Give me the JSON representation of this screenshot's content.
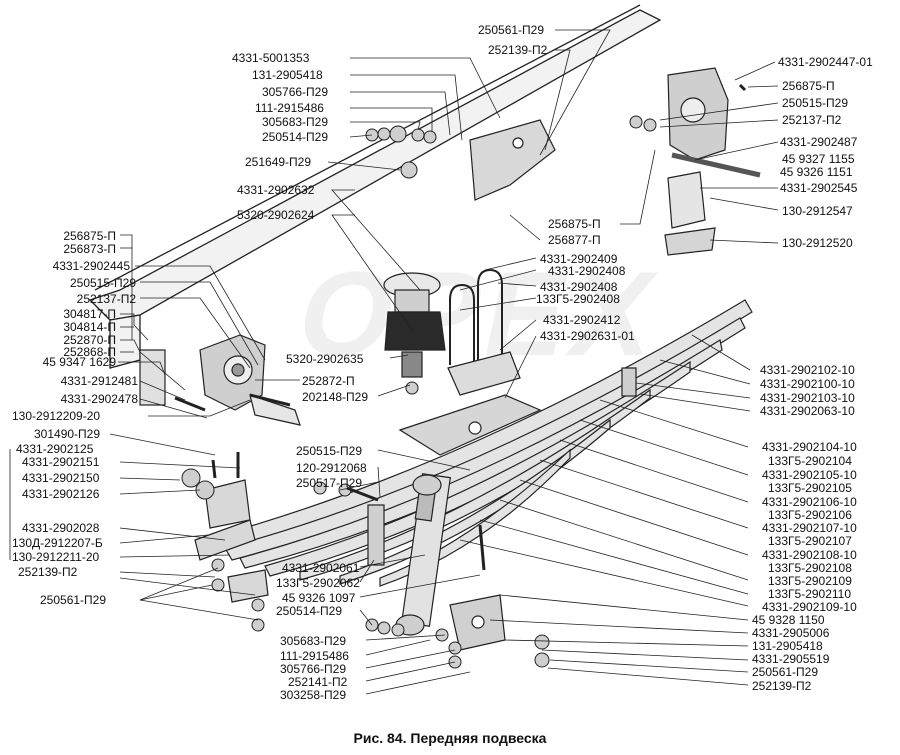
{
  "caption": "Рис. 84. Передняя подвеска",
  "watermark": "OPEX",
  "colors": {
    "line": "#222222",
    "part_fill": "#d8d8d8",
    "part_dark": "#9a9a9a"
  },
  "labels_left": [
    "256875-П",
    "256873-П",
    "4331-2902445",
    "250515-П29",
    "252137-П2",
    "304817-П",
    "304814-П",
    "252870-П",
    "252868-П",
    "45 9347 1629",
    "4331-2912481",
    "4331-2902478",
    "130-2912209-20",
    "301490-П29",
    "4331-2902125",
    "4331-2902151",
    "4331-2902150",
    "4331-2902126",
    "4331-2902028",
    "130Д-2912207-Б",
    "130-2912211-20",
    "252139-П2",
    "250561-П29"
  ],
  "labels_top": [
    "4331-5001353",
    "131-2905418",
    "305766-П29",
    "111-2915486",
    "305683-П29",
    "250514-П29",
    "251649-П29",
    "4331-2902632",
    "5320-2902624",
    "250561-П29",
    "252139-П2"
  ],
  "labels_right_top": [
    "4331-2902447-01",
    "256875-П",
    "250515-П29",
    "252137-П2",
    "4331-2902487",
    "45 9327 1155",
    "45  9326 1151",
    "4331-2902545",
    "130-2912547",
    "256875-П",
    "256877-П",
    "130-2912520"
  ],
  "labels_center": [
    "4331-2902409",
    "4331-2902408",
    "4331-2902408",
    "133Г5-2902408",
    "4331-2902412",
    "4331-2902631-01",
    "5320-2902635",
    "252872-П",
    "202148-П29",
    "250515-П29",
    "120-2912068",
    "250517-П29",
    "4331-2902061",
    "133Г5-2902062",
    "45 9326 1097",
    "250514-П29"
  ],
  "labels_bottom": [
    "305683-П29",
    "111-2915486",
    "305766-П29",
    "252141-П2",
    "303258-П29"
  ],
  "labels_right": [
    "4331-2902102-10",
    "4331-2902100-10",
    "4331-2902103-10",
    "4331-2902063-10",
    "4331-2902104-10",
    "133Г5-2902104",
    "4331-2902105-10",
    "133Г5-2902105",
    "4331-2902106-10",
    "133Г5-2902106",
    "4331-2902107-10",
    "133Г5-2902107",
    "4331-2902108-10",
    "133Г5-2902108",
    "133Г5-2902109",
    "133Г5-2902110",
    "4331-2902109-10",
    "45 9328 1150",
    "4331-2905006",
    "131-2905418",
    "4331-2905519",
    "250561-П29",
    "252139-П2"
  ]
}
